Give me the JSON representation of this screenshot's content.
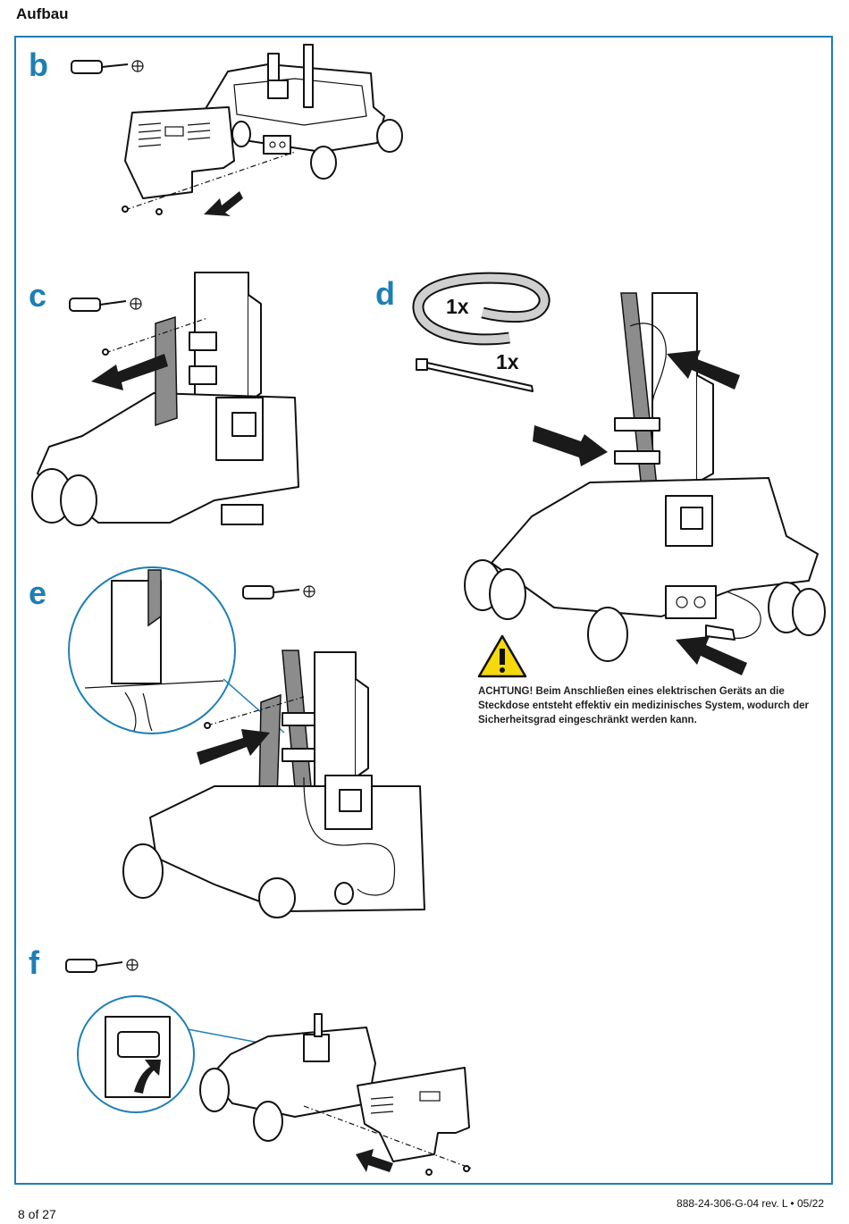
{
  "header": {
    "title": "Aufbau"
  },
  "steps": {
    "b": "b",
    "c": "c",
    "d": "d",
    "e": "e",
    "f": "f"
  },
  "parts": {
    "hose_qty": "1x",
    "tie_qty": "1x"
  },
  "warning": {
    "icon": "warning-triangle-icon",
    "text": "ACHTUNG! Beim Anschließen eines elektrischen Geräts an die Steckdose entsteht effektiv ein medizinisches System, wodurch der Sicherheitsgrad eingeschränkt werden kann."
  },
  "footer": {
    "page": "8 of 27",
    "docnum": "888-24-306-G-04 rev. L • 05/22"
  },
  "colors": {
    "accent": "#1d7fb5",
    "warning_yellow": "#f5d90a"
  }
}
